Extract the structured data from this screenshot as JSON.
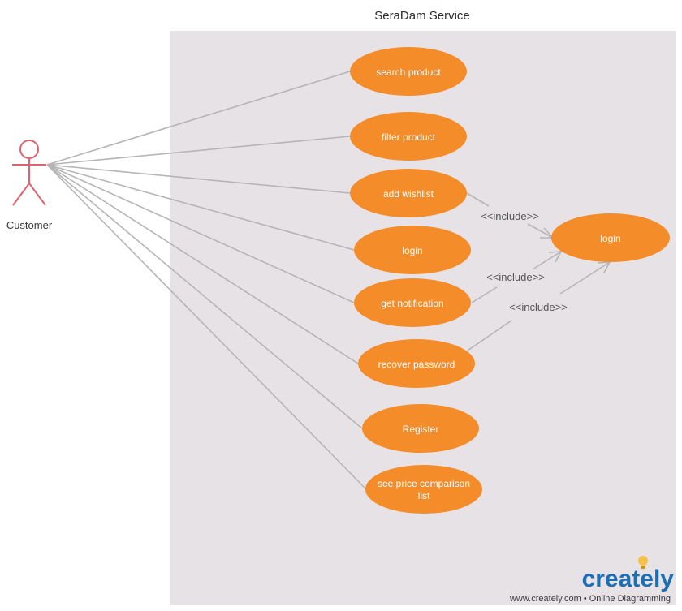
{
  "system": {
    "title": "SeraDam Service"
  },
  "actor": {
    "label": "Customer"
  },
  "use_cases": [
    {
      "label": "search product"
    },
    {
      "label": "filter product"
    },
    {
      "label": "add wishlist"
    },
    {
      "label": "login"
    },
    {
      "label": "get notification"
    },
    {
      "label": "recover password"
    },
    {
      "label": "Register"
    },
    {
      "label": "see price comparison",
      "label2": "list"
    },
    {
      "label": "login"
    }
  ],
  "relations": [
    {
      "label": "<<include>>"
    },
    {
      "label": "<<include>>"
    },
    {
      "label": "<<include>>"
    }
  ],
  "branding": {
    "logo": "Creately logo",
    "tagline": "www.creately.com • Online Diagramming"
  },
  "colors": {
    "use_case_fill": "#f58c2a",
    "actor_stroke": "#e0626f",
    "boundary_fill": "#e7e2e6",
    "line": "#b5b5b5"
  }
}
